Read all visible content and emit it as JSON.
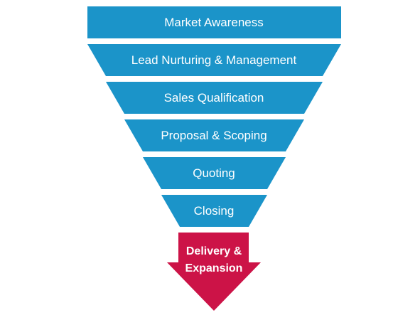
{
  "funnel": {
    "stages": [
      {
        "label": "Market Awareness"
      },
      {
        "label": "Lead Nurturing & Management"
      },
      {
        "label": "Sales Qualification"
      },
      {
        "label": "Proposal & Scoping"
      },
      {
        "label": "Quoting"
      },
      {
        "label": "Closing"
      }
    ],
    "outcome": {
      "line1": "Delivery &",
      "line2": "Expansion"
    }
  },
  "colors": {
    "stage_fill": "#1b94c9",
    "outcome_fill": "#cc1347",
    "text": "#ffffff"
  }
}
